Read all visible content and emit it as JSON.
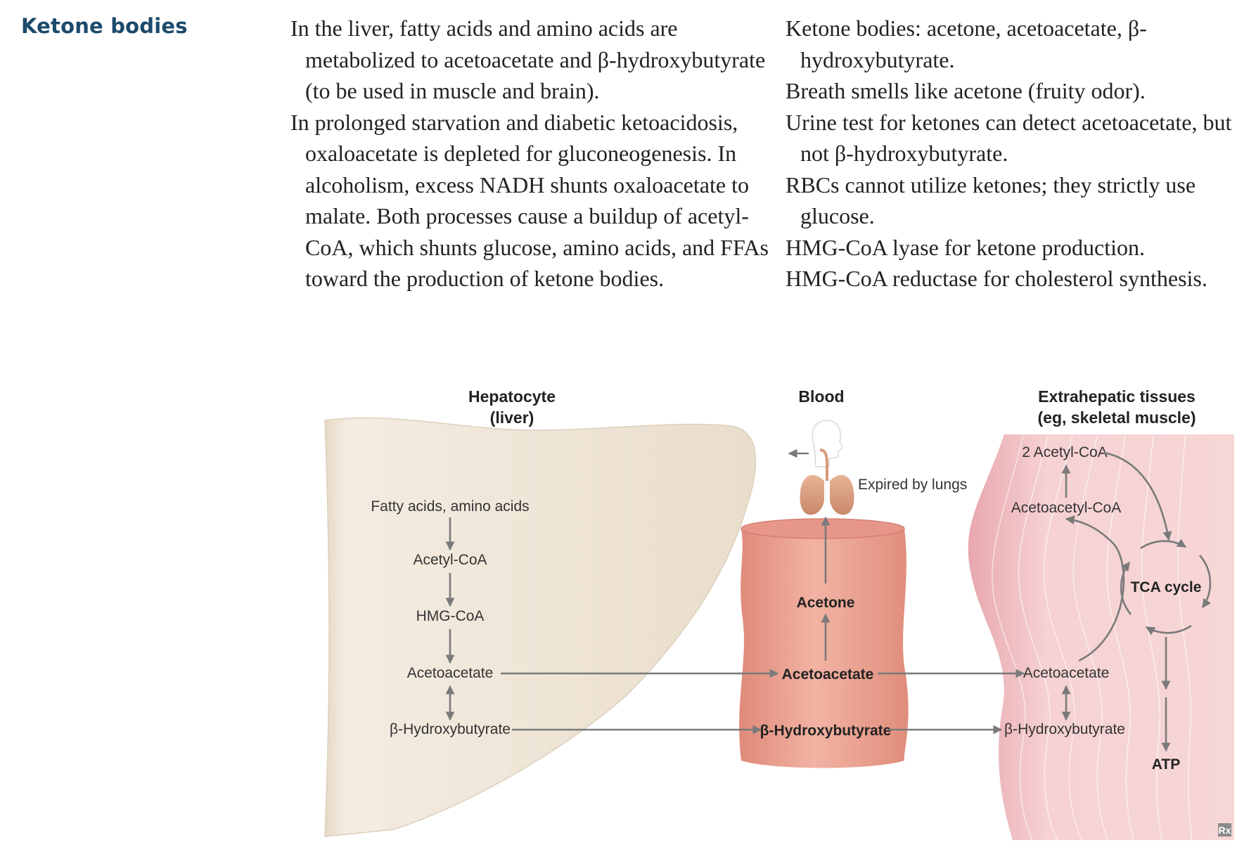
{
  "heading": "Ketone bodies",
  "left_column": [
    "In the liver, fatty acids and amino acids are metabolized to acetoacetate and β-hydroxybutyrate (to be used in muscle and brain).",
    "In prolonged starvation and diabetic ketoacidosis, oxaloacetate is depleted for gluconeogenesis. In alcoholism, excess NADH shunts oxaloacetate to malate. Both processes cause a buildup of acetyl-CoA, which shunts glucose, amino acids, and FFAs toward the production of ketone bodies."
  ],
  "right_column": [
    "Ketone bodies: acetone, acetoacetate, β-hydroxybutyrate.",
    "Breath smells like acetone (fruity odor).",
    "Urine test for ketones can detect acetoacetate, but not β-hydroxybutyrate.",
    "RBCs cannot utilize ketones; they strictly use glucose.",
    "HMG-CoA lyase for ketone production.",
    "HMG-CoA reductase for cholesterol synthesis."
  ],
  "diagram": {
    "hepatocyte_title_1": "Hepatocyte",
    "hepatocyte_title_2": "(liver)",
    "blood_title": "Blood",
    "extra_title_1": "Extrahepatic tissues",
    "extra_title_2": "(eg, skeletal muscle)",
    "liver": {
      "fatty": "Fatty acids, amino acids",
      "acetyl": "Acetyl-CoA",
      "hmg": "HMG-CoA",
      "acetoacetate": "Acetoacetate",
      "bhb": "β-Hydroxybutyrate"
    },
    "blood": {
      "expired": "Expired by lungs",
      "acetone": "Acetone",
      "acetoacetate": "Acetoacetate",
      "bhb": "β-Hydroxybutyrate"
    },
    "muscle": {
      "acetyl": "2 Acetyl-CoA",
      "acetoacetyl": "Acetoacetyl-CoA",
      "tca": "TCA cycle",
      "acetoacetate": "Acetoacetate",
      "bhb": "β-Hydroxybutyrate",
      "atp": "ATP"
    },
    "corner_logo": "Rx"
  },
  "colors": {
    "heading": "#1b4a6b",
    "liver": "#ece2d4",
    "blood": "#e9a08f",
    "muscle": "#f3c3c6",
    "arrow": "#7a7a7a"
  }
}
